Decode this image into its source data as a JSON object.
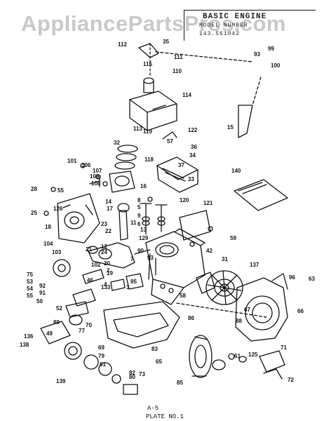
{
  "watermark": "AppliancePartsPros.com",
  "title": {
    "line1": "BASIC ENGINE",
    "line2": "MODEL NUMBER",
    "line3": "143.561042"
  },
  "plate": {
    "ref": "A-5",
    "label": "PLATE NO.1"
  },
  "part_labels": [
    "112",
    "35",
    "111",
    "115",
    "110",
    "99",
    "93",
    "100",
    "114",
    "113",
    "119",
    "57",
    "122",
    "36",
    "34",
    "37",
    "33",
    "32",
    "118",
    "15",
    "101",
    "106",
    "107",
    "109",
    "108",
    "16",
    "140",
    "28",
    "55",
    "126",
    "25",
    "8",
    "5",
    "120",
    "121",
    "9",
    "6",
    "14",
    "17",
    "18",
    "23",
    "22",
    "13",
    "12",
    "129",
    "24",
    "11",
    "59",
    "104",
    "103",
    "21",
    "42",
    "31",
    "137",
    "75",
    "102",
    "20",
    "2",
    "7",
    "92",
    "91",
    "53",
    "54",
    "55",
    "46",
    "4",
    "19",
    "3",
    "95",
    "58",
    "96",
    "63",
    "66",
    "133",
    "50",
    "52",
    "89",
    "77",
    "49",
    "136",
    "138",
    "86",
    "88",
    "67",
    "70",
    "69",
    "79",
    "81",
    "82",
    "83",
    "85",
    "65",
    "61",
    "125",
    "71",
    "72",
    "139",
    "73",
    "80",
    "90",
    "93",
    "1",
    "3"
  ]
}
